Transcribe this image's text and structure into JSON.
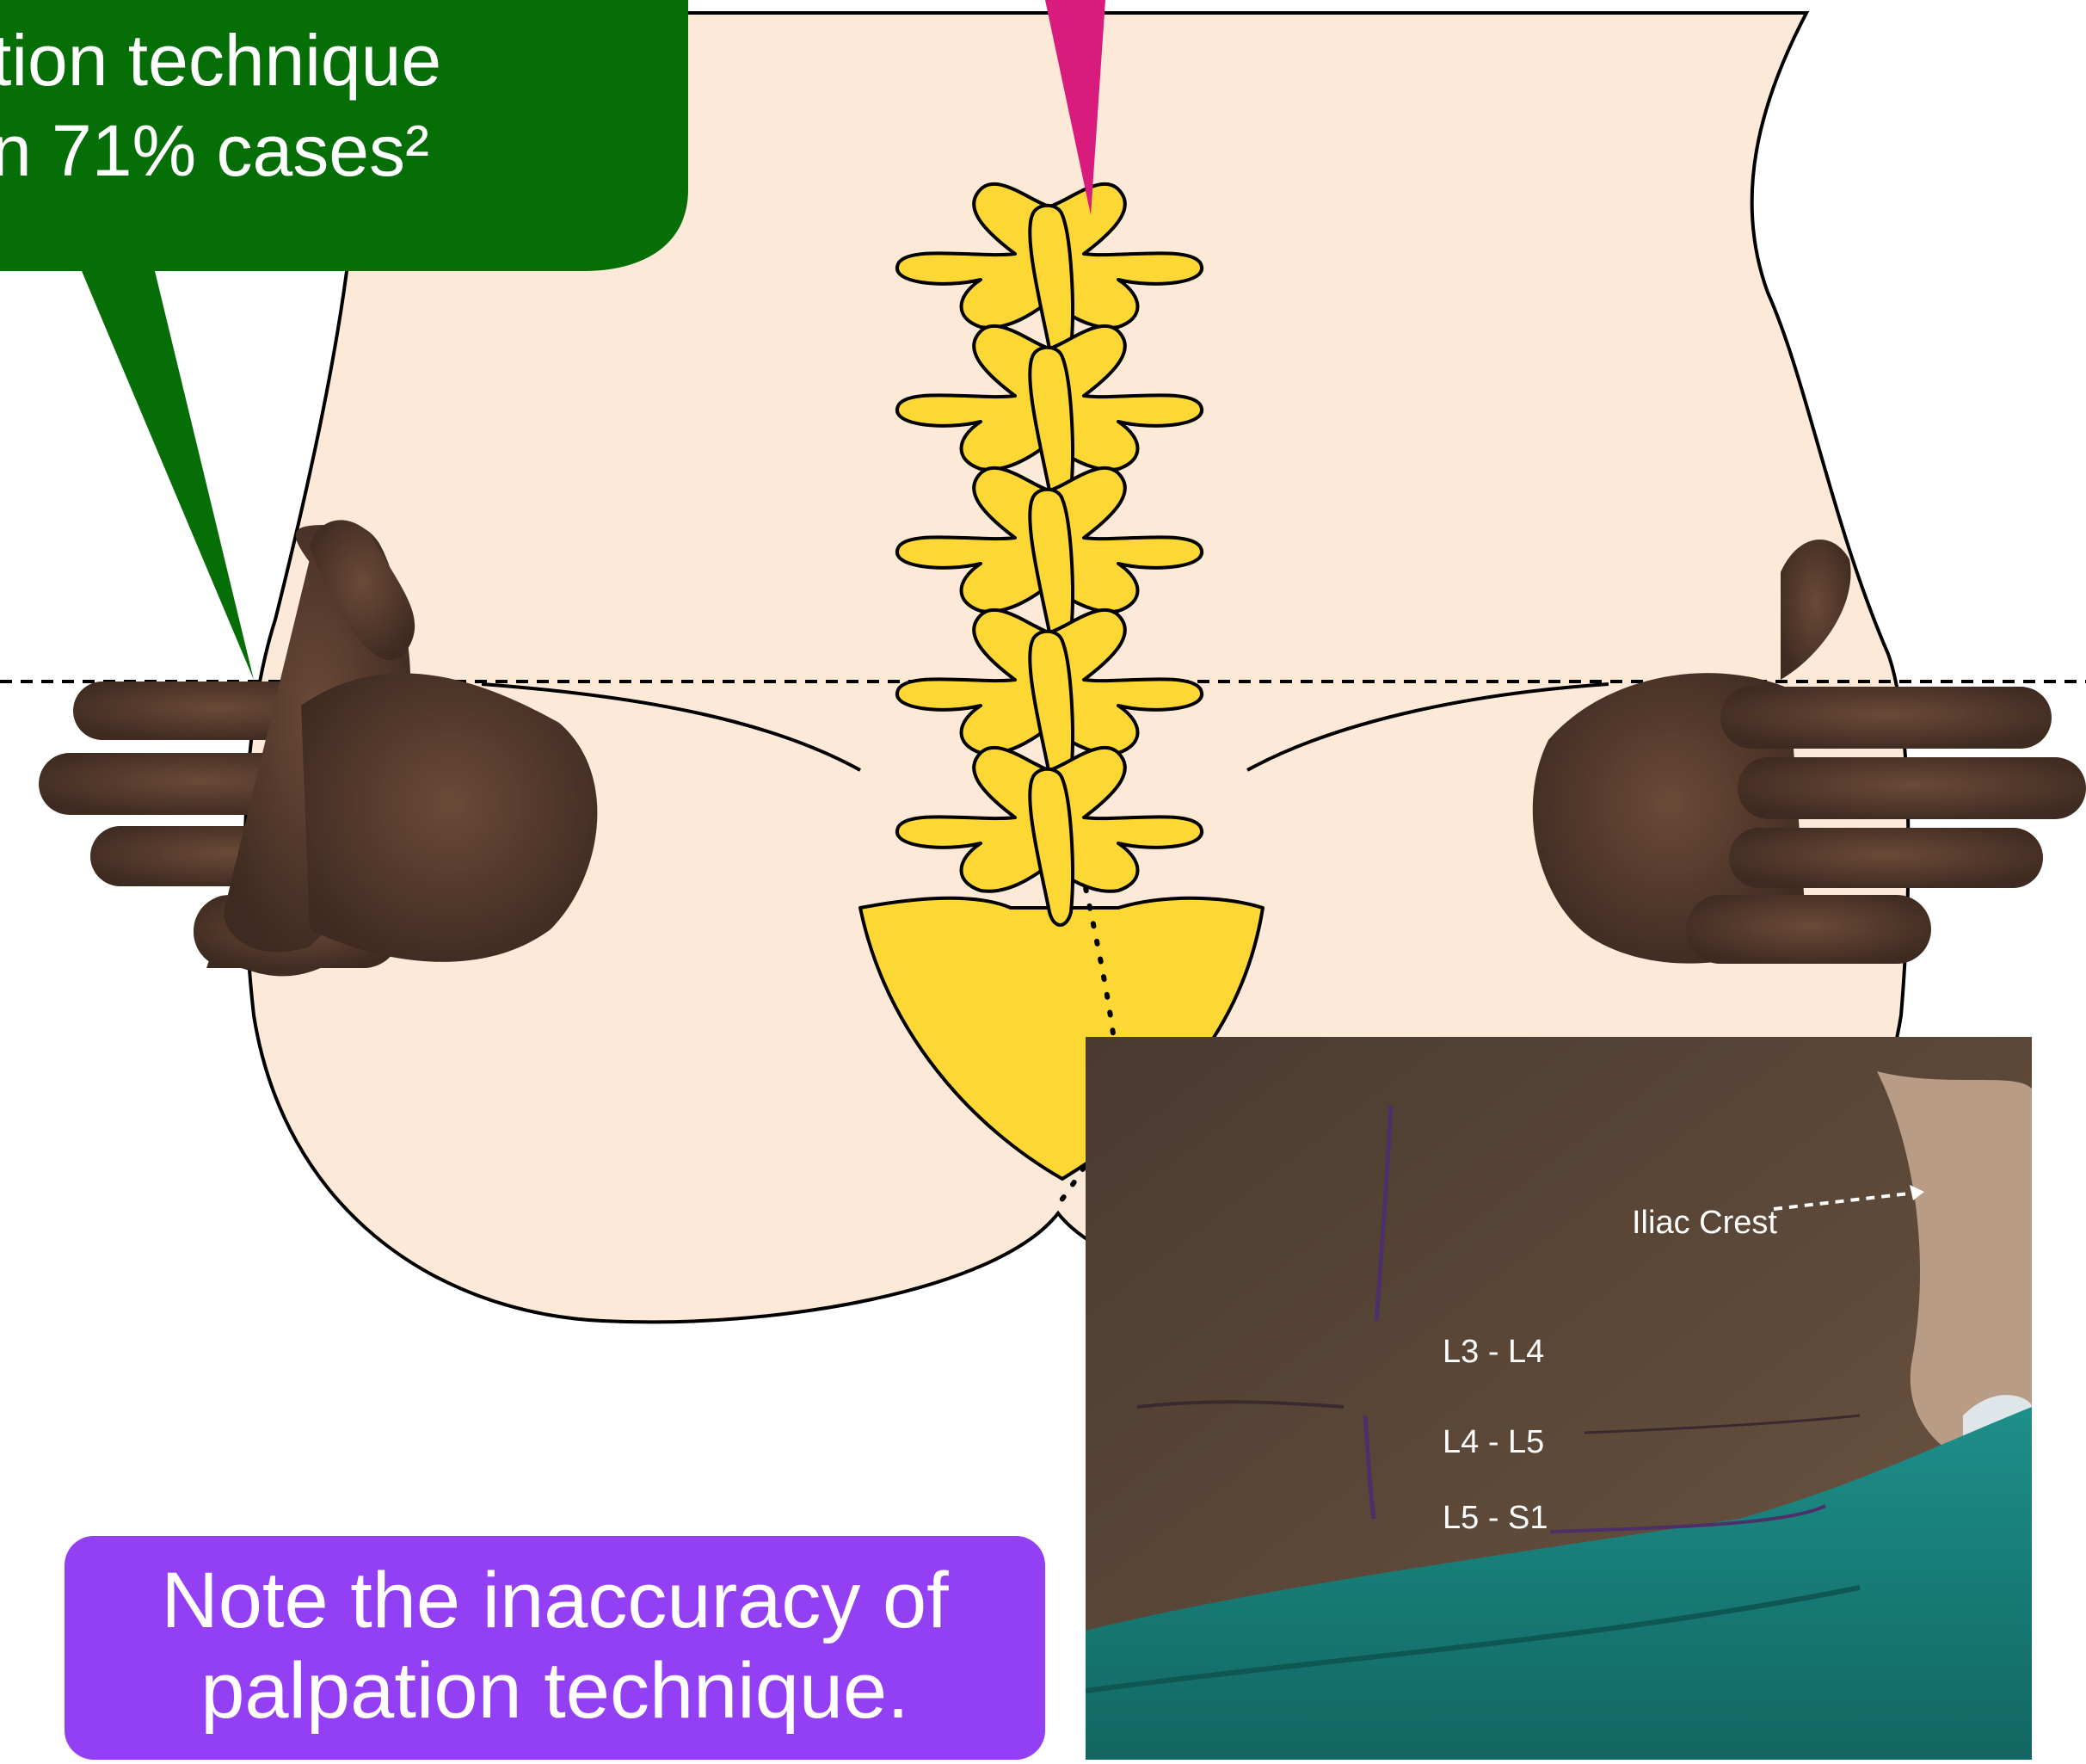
{
  "callout_green": {
    "line1": "tion technique",
    "line2": "n 71% cases²",
    "color": "#066e06"
  },
  "note_box": {
    "line1": "Note the inaccuracy of",
    "line2": "palpation technique.",
    "color": "#9340f5"
  },
  "photo": {
    "labels": {
      "iliac_crest": "Iliac Crest",
      "l3_l4": "L3 - L4",
      "l4_l5": "L4 - L5",
      "l5_s1": "L5 - S1"
    }
  },
  "colors": {
    "skin": "#fde9d7",
    "vertebra": "#fdd835",
    "hand": "#5a3d2e",
    "pointer": "#d81b7d",
    "outline": "#000000"
  },
  "icons": [
    "left-hand-icon",
    "right-hand-icon"
  ]
}
